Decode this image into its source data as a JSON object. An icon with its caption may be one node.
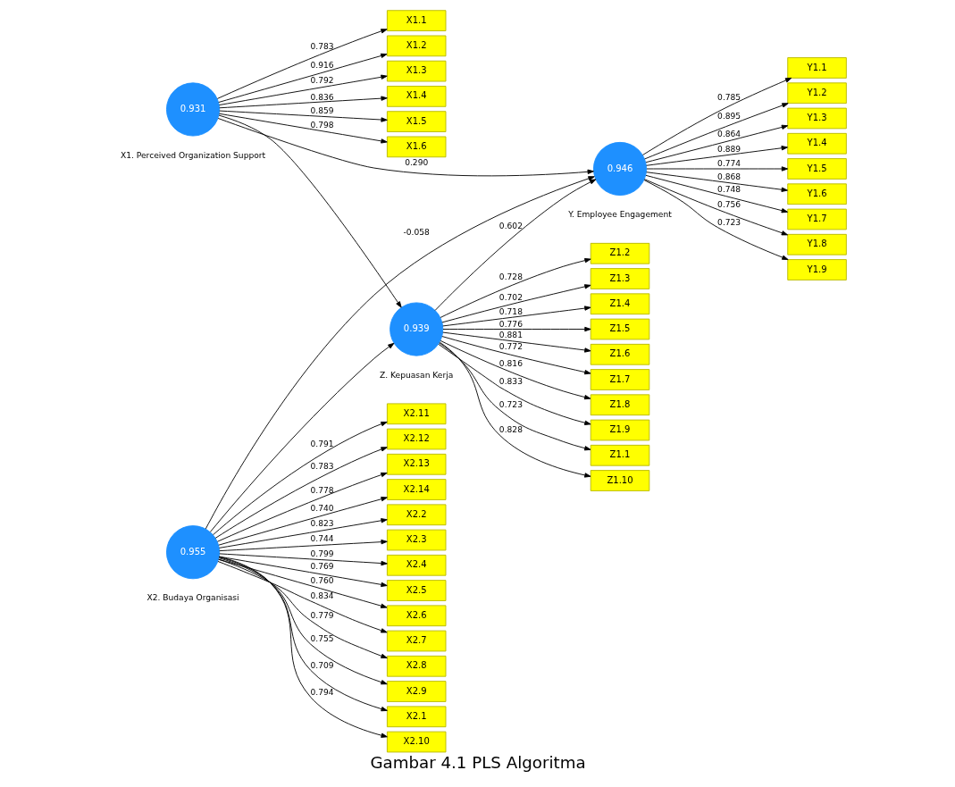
{
  "diagram": {
    "caption": "Gambar 4.1 PLS Algoritma",
    "nodes": [
      {
        "text": [
          "0.931"
        ],
        "beside": [
          "X1. Perceived Organization Support"
        ]
      },
      {
        "text": [
          "X1.1"
        ]
      },
      {
        "text": [
          "X1.2"
        ]
      },
      {
        "text": [
          "X1.3"
        ]
      },
      {
        "text": [
          "X1.4"
        ]
      },
      {
        "text": [
          "X1.5"
        ]
      },
      {
        "text": [
          "X1.6"
        ]
      },
      {
        "text": [
          "0.955"
        ],
        "beside": [
          "X2. Budaya Organisasi"
        ]
      },
      {
        "text": [
          "X2.1"
        ]
      },
      {
        "text": [
          "X2.10"
        ]
      },
      {
        "text": [
          "X2.11"
        ]
      },
      {
        "text": [
          "X2.12"
        ]
      },
      {
        "text": [
          "X2.13"
        ]
      },
      {
        "text": [
          "X2.14"
        ]
      },
      {
        "text": [
          "X2.2"
        ]
      },
      {
        "text": [
          "X2.3"
        ]
      },
      {
        "text": [
          "X2.4"
        ]
      },
      {
        "text": [
          "X2.5"
        ]
      },
      {
        "text": [
          "X2.6"
        ]
      },
      {
        "text": [
          "X2.7"
        ]
      },
      {
        "text": [
          "X2.8"
        ]
      },
      {
        "text": [
          "X2.9"
        ]
      },
      {
        "text": [
          "0.939"
        ],
        "beside": [
          "Z. Kepuasan Kerja"
        ]
      },
      {
        "text": [
          "Z1.1"
        ]
      },
      {
        "text": [
          "Z1.10"
        ]
      },
      {
        "text": [
          "Z1.2"
        ]
      },
      {
        "text": [
          "Z1.3"
        ]
      },
      {
        "text": [
          "Z1.4"
        ]
      },
      {
        "text": [
          "Z1.5"
        ]
      },
      {
        "text": [
          "Z1.6"
        ]
      },
      {
        "text": [
          "Z1.7"
        ]
      },
      {
        "text": [
          "Z1.8"
        ]
      },
      {
        "text": [
          "Z1.9"
        ]
      },
      {
        "text": [
          "0.946"
        ],
        "beside": [
          "Y. Employee Engagement"
        ]
      },
      {
        "text": [
          "Y1.1"
        ]
      },
      {
        "text": [
          "Y1.2"
        ]
      },
      {
        "text": [
          "Y1.3"
        ]
      },
      {
        "text": [
          "Y1.4"
        ]
      },
      {
        "text": [
          "Y1.5"
        ]
      },
      {
        "text": [
          "Y1.6"
        ]
      },
      {
        "text": [
          "Y1.7"
        ]
      },
      {
        "text": [
          "Y1.8"
        ]
      },
      {
        "text": [
          "Y1.9"
        ]
      }
    ],
    "edges": [
      {
        "from": 0,
        "to": 1,
        "arrow": "to",
        "label": "0.783"
      },
      {
        "from": 0,
        "to": 2,
        "arrow": "to",
        "label": "0.916"
      },
      {
        "from": 0,
        "to": 3,
        "arrow": "to",
        "label": "0.792"
      },
      {
        "from": 0,
        "to": 4,
        "arrow": "to",
        "label": "0.836"
      },
      {
        "from": 0,
        "to": 5,
        "arrow": "to",
        "label": "0.859"
      },
      {
        "from": 0,
        "to": 6,
        "arrow": "to",
        "label": "0.798"
      },
      {
        "from": 7,
        "to": 8,
        "arrow": "to",
        "label": "0.709"
      },
      {
        "from": 7,
        "to": 9,
        "arrow": "to",
        "label": "0.794"
      },
      {
        "from": 7,
        "to": 10,
        "arrow": "to",
        "label": "0.791"
      },
      {
        "from": 7,
        "to": 11,
        "arrow": "to",
        "label": "0.783"
      },
      {
        "from": 7,
        "to": 12,
        "arrow": "to",
        "label": "0.778"
      },
      {
        "from": 7,
        "to": 13,
        "arrow": "to",
        "label": "0.740"
      },
      {
        "from": 7,
        "to": 14,
        "arrow": "to",
        "label": "0.823"
      },
      {
        "from": 7,
        "to": 15,
        "arrow": "to",
        "label": "0.744"
      },
      {
        "from": 7,
        "to": 16,
        "arrow": "to",
        "label": "0.799"
      },
      {
        "from": 7,
        "to": 17,
        "arrow": "to",
        "label": "0.769"
      },
      {
        "from": 7,
        "to": 18,
        "arrow": "to",
        "label": "0.760"
      },
      {
        "from": 7,
        "to": 19,
        "arrow": "to",
        "label": "0.834"
      },
      {
        "from": 7,
        "to": 20,
        "arrow": "to",
        "label": "0.779"
      },
      {
        "from": 7,
        "to": 21,
        "arrow": "to",
        "label": "0.755"
      },
      {
        "from": 22,
        "to": 23,
        "arrow": "to",
        "label": "0.723"
      },
      {
        "from": 22,
        "to": 24,
        "arrow": "to",
        "label": "0.828"
      },
      {
        "from": 22,
        "to": 25,
        "arrow": "to",
        "label": "0.728"
      },
      {
        "from": 22,
        "to": 26,
        "arrow": "to",
        "label": "0.702"
      },
      {
        "from": 22,
        "to": 27,
        "arrow": "to",
        "label": "0.718"
      },
      {
        "from": 22,
        "to": 28,
        "arrow": "to",
        "label": "0.776"
      },
      {
        "from": 22,
        "to": 29,
        "arrow": "to",
        "label": "0.881"
      },
      {
        "from": 22,
        "to": 30,
        "arrow": "to",
        "label": "0.772"
      },
      {
        "from": 22,
        "to": 31,
        "arrow": "to",
        "label": "0.816"
      },
      {
        "from": 22,
        "to": 32,
        "arrow": "to",
        "label": "0.833"
      },
      {
        "from": 33,
        "to": 34,
        "arrow": "to",
        "label": "0.785"
      },
      {
        "from": 33,
        "to": 35,
        "arrow": "to",
        "label": "0.895"
      },
      {
        "from": 33,
        "to": 36,
        "arrow": "to",
        "label": "0.864"
      },
      {
        "from": 33,
        "to": 37,
        "arrow": "to",
        "label": "0.889"
      },
      {
        "from": 33,
        "to": 38,
        "arrow": "to",
        "label": "0.774"
      },
      {
        "from": 33,
        "to": 39,
        "arrow": "to",
        "label": "0.868"
      },
      {
        "from": 33,
        "to": 40,
        "arrow": "to",
        "label": "0.748"
      },
      {
        "from": 33,
        "to": 41,
        "arrow": "to",
        "label": "0.756"
      },
      {
        "from": 33,
        "to": 42,
        "arrow": "to",
        "label": "0.723"
      },
      {
        "from": 0,
        "to": 22,
        "arrow": "to"
      },
      {
        "from": 7,
        "to": 22,
        "arrow": "to"
      },
      {
        "from": 0,
        "to": 33,
        "arrow": "to",
        "label": "0.290"
      },
      {
        "from": 22,
        "to": 33,
        "arrow": "to",
        "label": "0.602"
      },
      {
        "from": 7,
        "to": 33,
        "arrow": "to",
        "label": "-0.058"
      }
    ]
  }
}
